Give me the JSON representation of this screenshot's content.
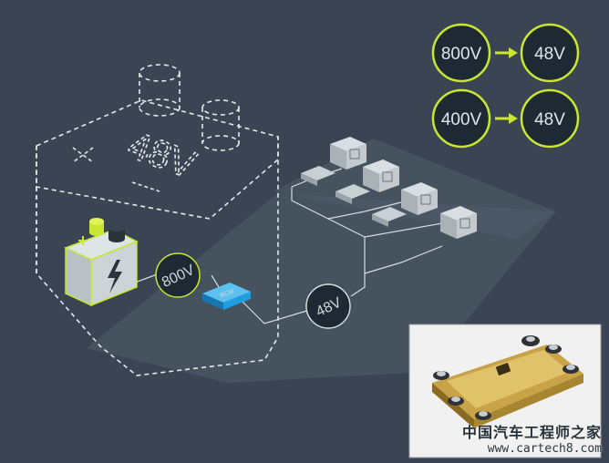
{
  "conversions": [
    {
      "from": "800V",
      "to": "48V"
    },
    {
      "from": "400V",
      "to": "48V"
    }
  ],
  "battery_label": "48V",
  "hv_bus_label": "800V",
  "lv_bus_label": "48V",
  "module_label": "BCM",
  "watermark": {
    "chinese": "中国汽车工程师之家",
    "url": "www.cartech8.com"
  },
  "colors": {
    "background": "#3b4452",
    "accent": "#c8e632",
    "circle_fill": "#1f2933",
    "module_blue": "#1f9fe0"
  }
}
